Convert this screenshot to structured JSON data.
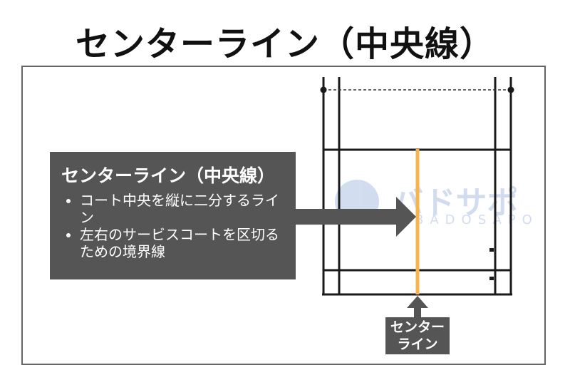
{
  "title": "センターライン（中央線）",
  "infobox": {
    "heading": "センターライン（中央線）",
    "bullets": [
      "コート中央を縦に二分するライン",
      "左右のサービスコートを区切るための境界線"
    ]
  },
  "pointer_label": {
    "line1": "センター",
    "line2": "ライン"
  },
  "watermark": {
    "jp": "バドサポ",
    "en": "BADOSAPO"
  },
  "colors": {
    "center_line": "#F7B34C",
    "court_lines": "#1a1a1a",
    "box": "#555555",
    "frame": "#666666"
  }
}
